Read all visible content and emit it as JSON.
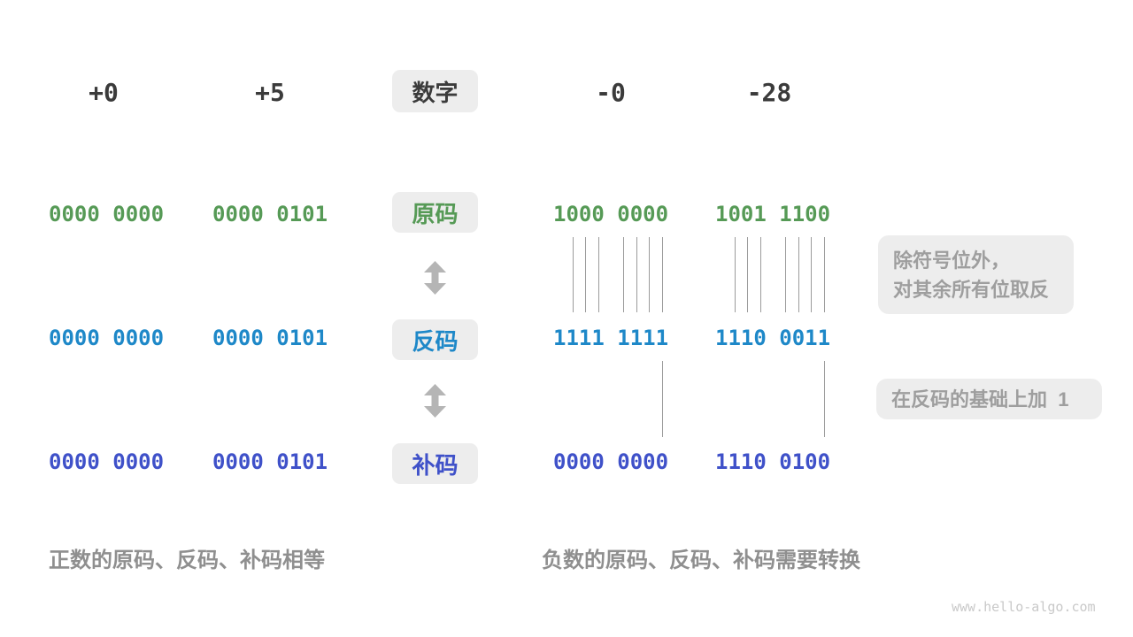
{
  "header": {
    "label": "数字",
    "numbers": [
      "+0",
      "+5",
      "-0",
      "-28"
    ]
  },
  "rows": {
    "sign_magnitude": {
      "label": "原码",
      "values": [
        "0000 0000",
        "0000 0101",
        "1000 0000",
        "1001 1100"
      ]
    },
    "ones_complement": {
      "label": "反码",
      "values": [
        "0000 0000",
        "0000 0101",
        "1111 1111",
        "1110 0011"
      ]
    },
    "twos_complement": {
      "label": "补码",
      "values": [
        "0000 0000",
        "0000 0101",
        "0000 0000",
        "1110 0100"
      ]
    }
  },
  "annotations": {
    "flip_note_line1": "除符号位外，",
    "flip_note_line2": "对其余所有位取反",
    "add_one_note": "在反码的基础上加  1"
  },
  "captions": {
    "positive": "正数的原码、反码、补码相等",
    "negative": "负数的原码、反码、补码需要转换"
  },
  "watermark": "www.hello-algo.com",
  "colors": {
    "sign_magnitude": "#569a56",
    "ones_complement": "#1e88c8",
    "twos_complement": "#3f51c9",
    "box_background": "#ededed",
    "annotation_text": "#9e9e9e",
    "arrow": "#b5b5b5"
  }
}
